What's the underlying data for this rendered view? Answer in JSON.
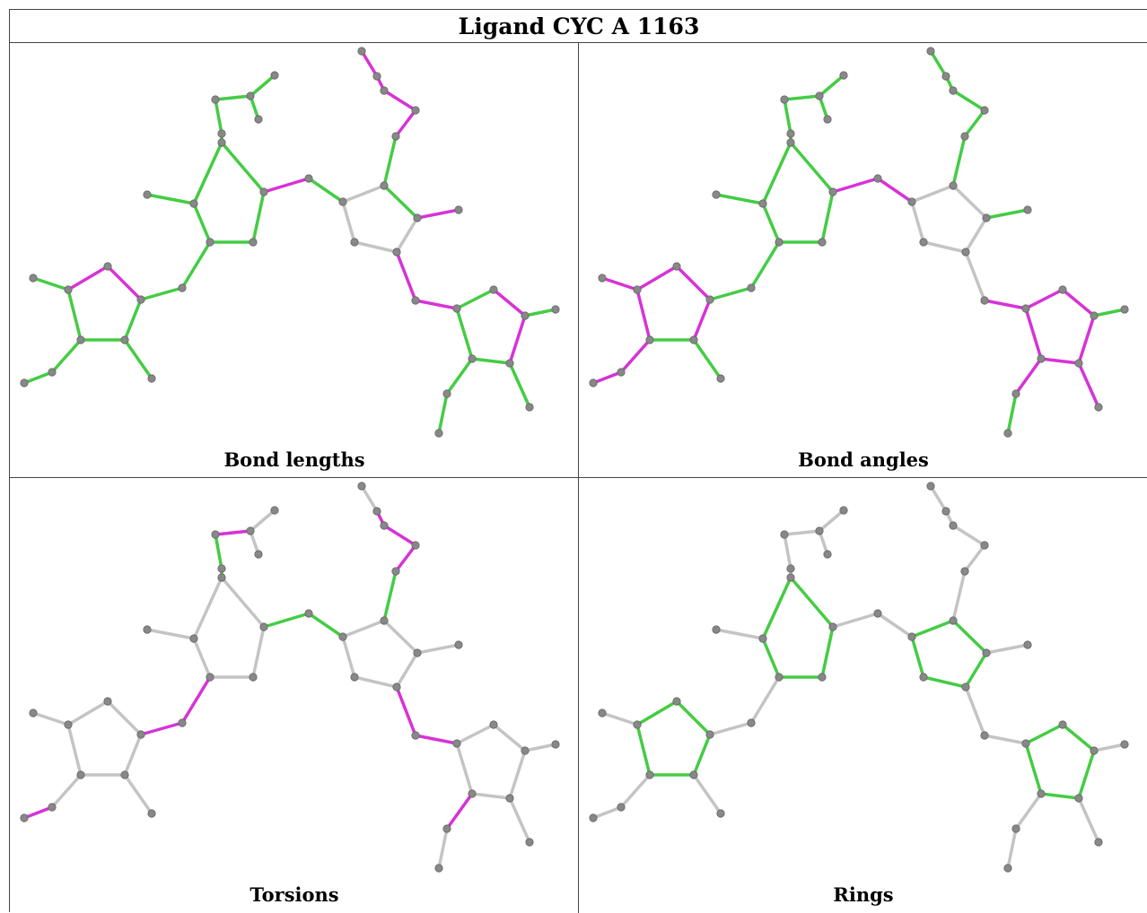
{
  "title": "Ligand CYC A 1163",
  "panels": [
    {
      "id": "bond-lengths",
      "caption": "Bond lengths"
    },
    {
      "id": "bond-angles",
      "caption": "Bond angles"
    },
    {
      "id": "torsions",
      "caption": "Torsions"
    },
    {
      "id": "rings",
      "caption": "Rings"
    }
  ],
  "colors": {
    "magenta": "#d633d6",
    "green": "#44cc44",
    "gray": "#c4c4c4",
    "atom": "#888888",
    "border": "#444444"
  }
}
